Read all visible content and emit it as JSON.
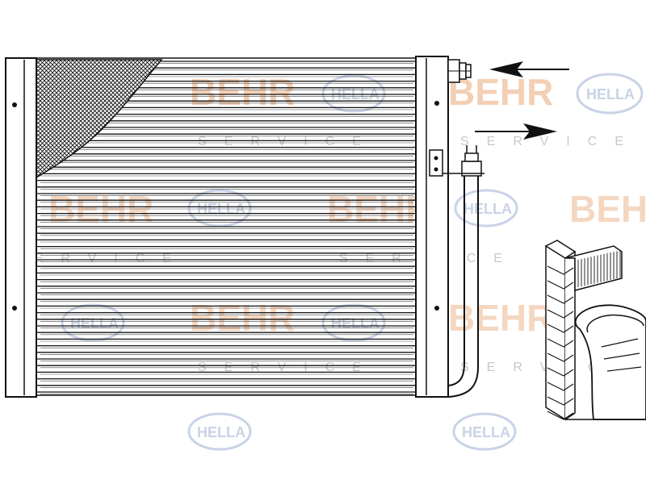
{
  "watermark": {
    "brand_behr": "BEHR",
    "brand_hella": "HELLA",
    "service": "SERVICE",
    "color_behr": "#f2c7a8",
    "color_hella": "#c9d3e6",
    "color_service": "#c8c8c8"
  },
  "diagram": {
    "line_color": "#111111",
    "hatch_color": "#111111"
  },
  "icons": {
    "inlet": "arrow-left-icon",
    "outlet": "arrow-right-icon"
  }
}
